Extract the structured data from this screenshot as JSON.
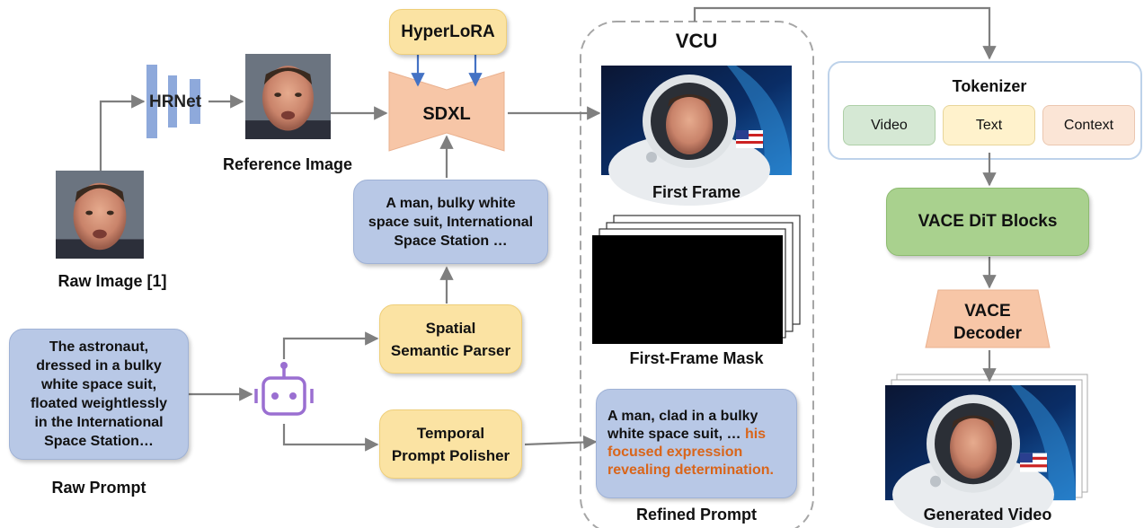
{
  "labels": {
    "raw_image": "Raw Image [1]",
    "reference_image": "Reference Image",
    "raw_prompt": "Raw Prompt",
    "first_frame": "First Frame",
    "first_frame_mask": "First-Frame Mask",
    "refined_prompt": "Refined Prompt",
    "generated_video": "Generated Video",
    "vcu": "VCU"
  },
  "nodes": {
    "hrnet": "HRNet",
    "hyperlora": "HyperLoRA",
    "sdxl": "SDXL",
    "spatial_parser": [
      "Spatial",
      "Semantic Parser"
    ],
    "temporal_polisher": [
      "Temporal",
      "Prompt Polisher"
    ],
    "tokenizer": "Tokenizer",
    "token_video": "Video",
    "token_text": "Text",
    "token_context": "Context",
    "dit_blocks": "VACE DiT Blocks",
    "decoder": [
      "VACE",
      "Decoder"
    ]
  },
  "prompts": {
    "raw": [
      "The astronaut,",
      "dressed in a bulky",
      "white space suit,",
      "floated weightlessly",
      "in the International",
      "Space Station…"
    ],
    "parsed": [
      "A man, bulky white",
      "space suit, International",
      "Space Station …"
    ],
    "refined_plain": "A man, clad in a bulky white space suit, … ",
    "refined_highlight": "his focused expression revealing determination."
  },
  "icons": {
    "face": "face-photo-icon",
    "astronaut": "astronaut-photo-icon",
    "robot": "robot-icon"
  },
  "colors": {
    "arrow": "#7f7f7f",
    "lora_arrow": "#4472c4",
    "sdxl": "#f7c6a7",
    "green": "#a9d18e",
    "highlight": "#d9651a",
    "robot": "#9a6fd1"
  }
}
